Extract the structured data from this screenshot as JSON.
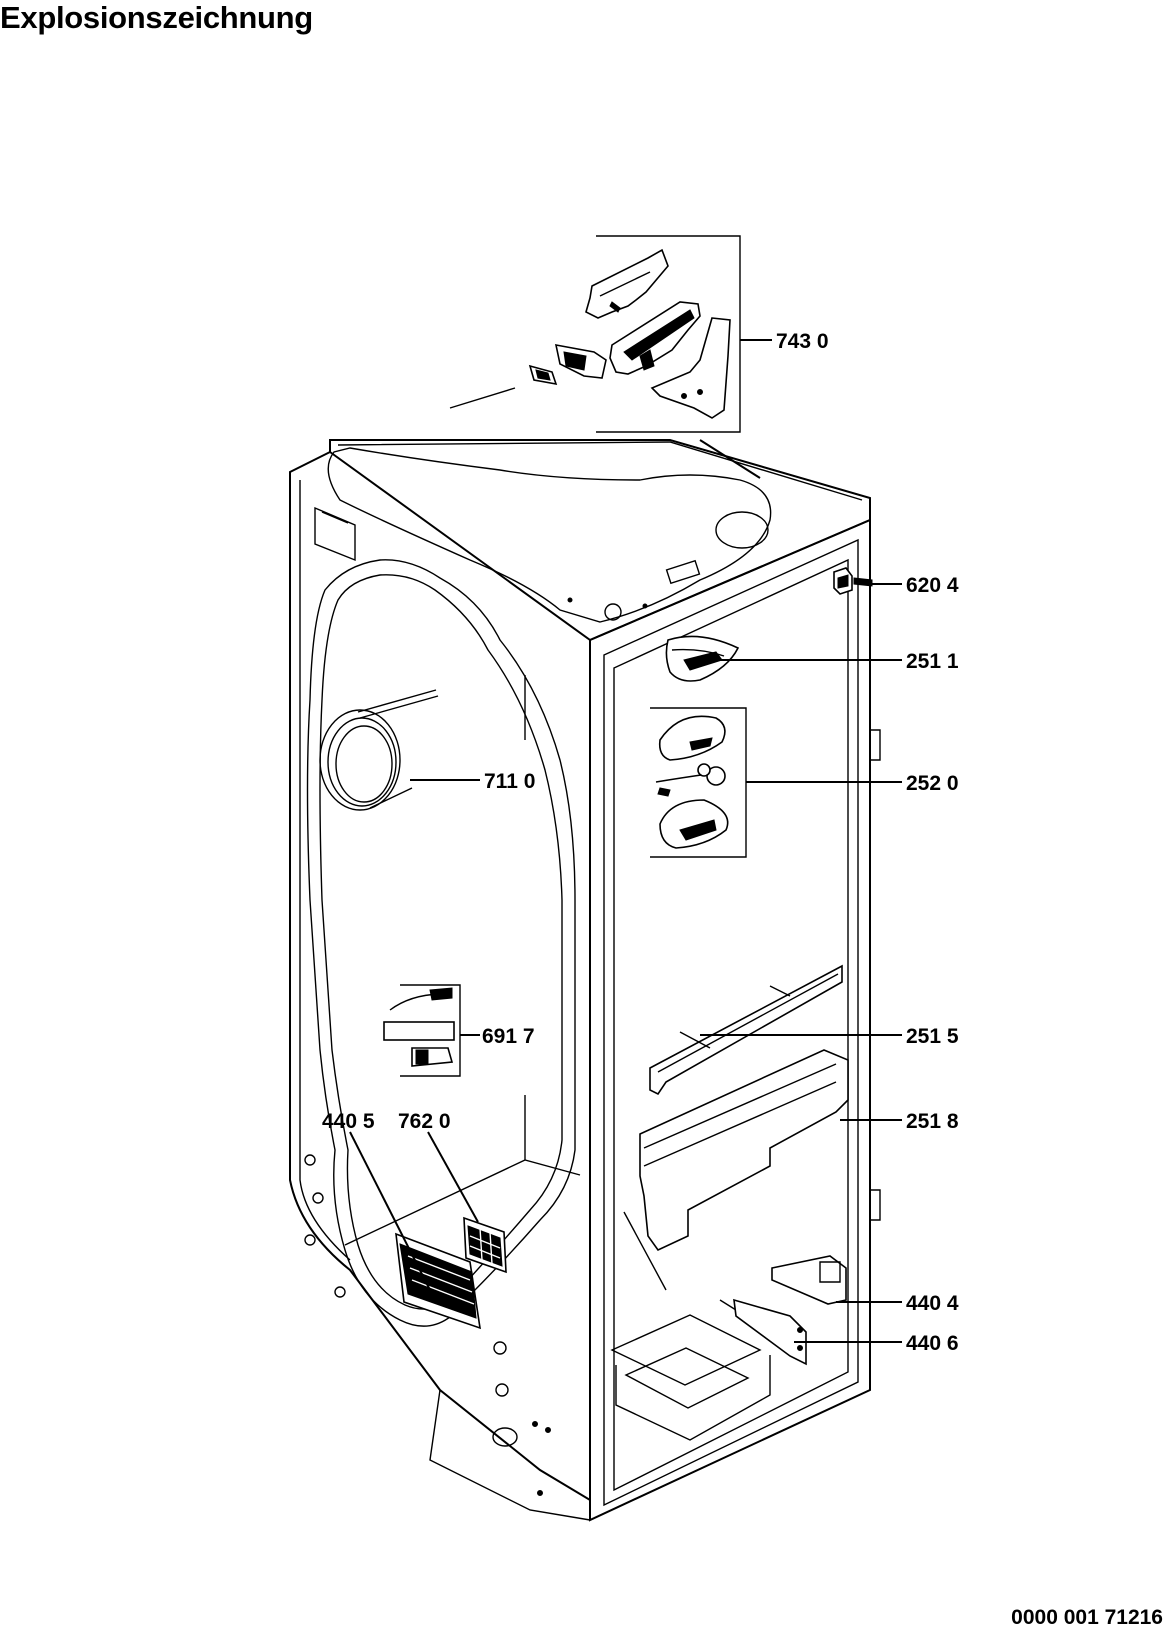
{
  "title": "Explosionszeichnung",
  "document_number": "0000 001 71216",
  "callouts": [
    {
      "id": "c7430",
      "label": "743 0"
    },
    {
      "id": "c6204",
      "label": "620 4"
    },
    {
      "id": "c2511",
      "label": "251 1"
    },
    {
      "id": "c7110",
      "label": "711 0"
    },
    {
      "id": "c2520",
      "label": "252 0"
    },
    {
      "id": "c6917",
      "label": "691 7"
    },
    {
      "id": "c2515",
      "label": "251 5"
    },
    {
      "id": "c4405",
      "label": "440 5"
    },
    {
      "id": "c7620",
      "label": "762 0"
    },
    {
      "id": "c2518",
      "label": "251 8"
    },
    {
      "id": "c4404",
      "label": "440 4"
    },
    {
      "id": "c4406",
      "label": "440 6"
    }
  ]
}
